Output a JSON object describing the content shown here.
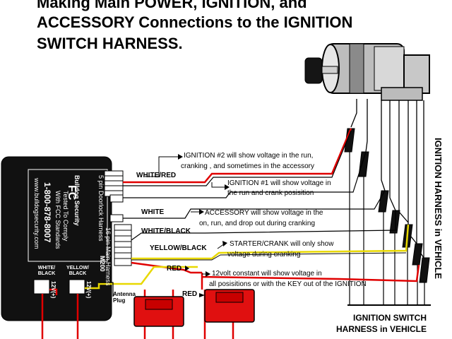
{
  "title": {
    "line1": "Making Main POWER, IGNITION, and",
    "line2": "ACCESSORY Connections to the IGNITION",
    "line3": "SWITCH HARNESS."
  },
  "module": {
    "brand": "Bulldog Security",
    "fcc_mark": "FC",
    "fcc_text1": "Tested To Comply",
    "fcc_text2": "With FCC Standards",
    "phone": "1-800-878-8007",
    "website": "www.bulldogsecurity.com",
    "model": "M200",
    "dorlock_harness": "5 pin Doorlock Harness",
    "main_harness": "16 pin Main Harness",
    "left_plug_label": "WHITE/ BLACK",
    "right_plug_label": "YELLOW/ BLACK",
    "left_plug_text": "12V(+)",
    "right_plug_text": "12V(+)",
    "antenna": "Antenna Plug"
  },
  "wires": {
    "white_red": "WHITE/RED",
    "white": "WHITE",
    "white_black": "WHITE/BLACK",
    "yellow_black": "YELLOW/BLACK",
    "red_top": "RED",
    "red_bottom": "RED"
  },
  "annotations": {
    "ign2_line1": "IGNITION #2 will show voltage in the run,",
    "ign2_line2": "cranking , and sometimes in the accessory",
    "ign1_line1": "IGNITION #1 will show voltage in",
    "ign1_line2": "the run and crank posisition",
    "acc_line1": "ACCESSORY will show voltage in the",
    "acc_line2": "on, run, and drop out during cranking",
    "start_line1": "STARTER/CRANK will only show",
    "start_line2": "voltage during cranking",
    "const_line1": "12volt constant will show voltage in",
    "const_line2": "all posisitions or with the KEY out of the IGNITION"
  },
  "vehicle": {
    "vertical_label": "IGNITION HARNESS in VEHICLE",
    "bottom_line1": "IGNITION SWITCH",
    "bottom_line2": "HARNESS in VEHICLE"
  },
  "colors": {
    "wire_red": "#e00000",
    "wire_yellow": "#e8d800",
    "module_body": "#111111",
    "fuse_red": "#e01010"
  }
}
